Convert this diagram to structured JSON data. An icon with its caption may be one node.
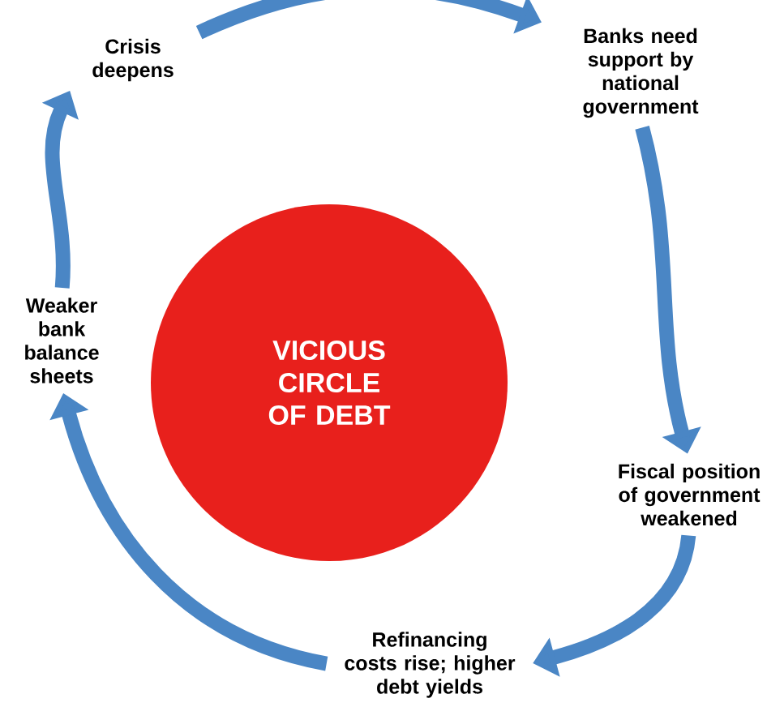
{
  "diagram": {
    "nodes": [
      {
        "text": [
          "VICIOUS CIRCLE OF DEBT"
        ]
      },
      {
        "text": [
          "Crisis deepens"
        ]
      },
      {
        "text": [
          "Banks need support by national government"
        ]
      },
      {
        "text": [
          "Fiscal position of government weakened"
        ]
      },
      {
        "text": [
          "Refinancing costs rise; higher debt yields"
        ]
      },
      {
        "text": [
          "Weaker bank balance sheets"
        ]
      }
    ],
    "edges": [
      {
        "from": 1,
        "to": 2,
        "arrow": "to"
      },
      {
        "from": 2,
        "to": 3,
        "arrow": "to"
      },
      {
        "from": 3,
        "to": 4,
        "arrow": "to"
      },
      {
        "from": 4,
        "to": 5,
        "arrow": "to"
      },
      {
        "from": 5,
        "to": 1,
        "arrow": "to"
      }
    ]
  }
}
